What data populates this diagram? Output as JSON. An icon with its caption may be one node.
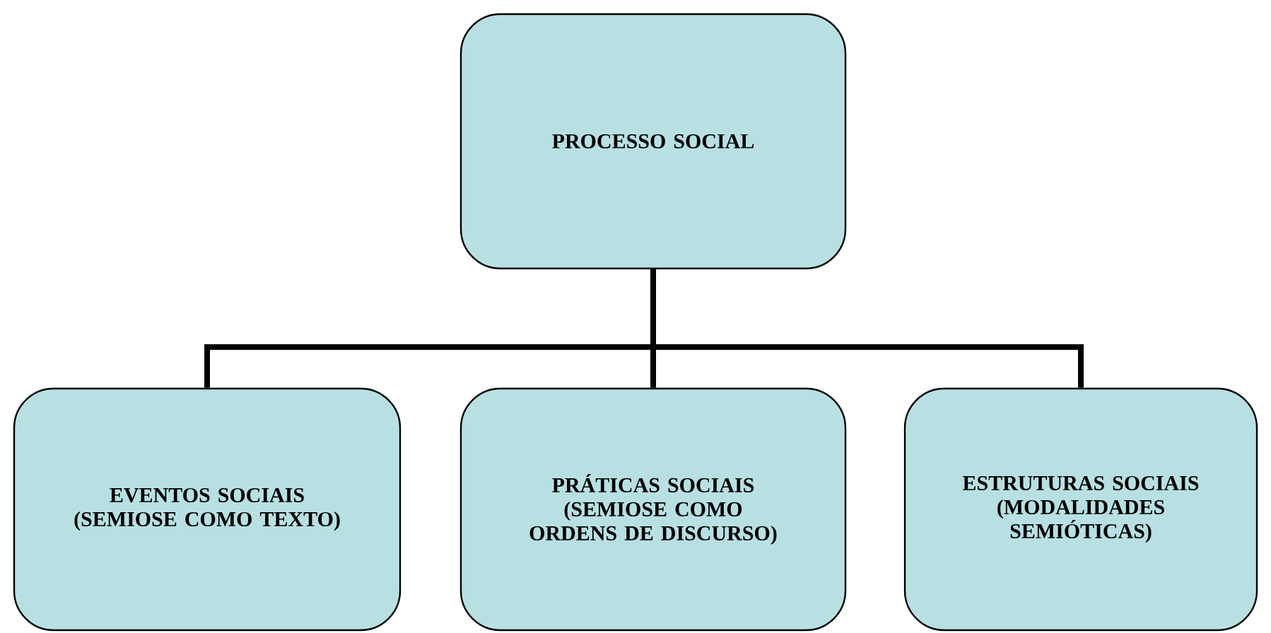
{
  "diagram": {
    "nodes": [
      {
        "text": [
          "PROCESSO SOCIAL"
        ]
      },
      {
        "text": [
          "EVENTOS SOCIAIS (SEMIOSE COMO TEXTO)"
        ]
      },
      {
        "text": [
          "PRÁTICAS SOCIAIS (SEMIOSE COMO ORDENS DE DISCURSO)"
        ]
      },
      {
        "text": [
          "ESTRUTURAS SOCIAIS (MODALIDADES SEMIÓTICAS)"
        ]
      }
    ],
    "edges": [
      {
        "from": 0,
        "to": 1,
        "arrow": "none"
      },
      {
        "from": 0,
        "to": 2,
        "arrow": "none"
      },
      {
        "from": 0,
        "to": 3,
        "arrow": "none"
      }
    ]
  }
}
